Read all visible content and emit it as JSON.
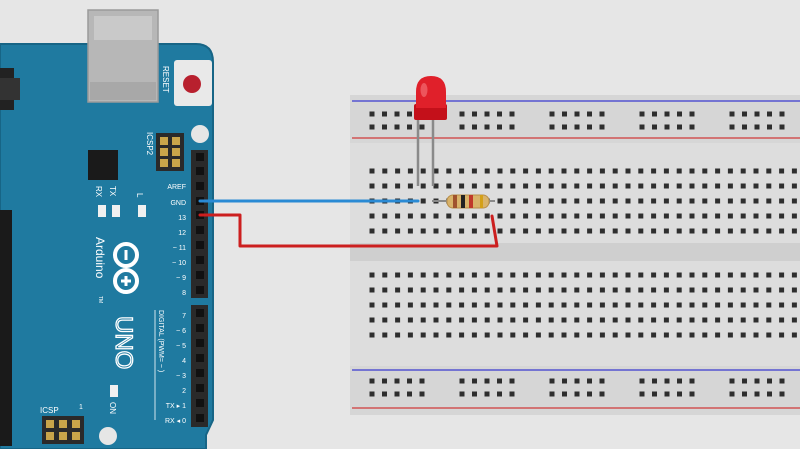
{
  "board": {
    "reset_label": "RESET",
    "icsp2_label": "ICSP2",
    "icsp_label": "ICSP",
    "icsp_pin1": "1",
    "tx_label": "TX",
    "rx_label": "RX",
    "l_label": "L",
    "on_label": "ON",
    "brand_label": "Arduino",
    "tm_label": "TM",
    "model_label": "UNO",
    "digital_label": "DIGITAL (PWM= ~ )",
    "upper_pins": [
      "AREF",
      "GND",
      "13",
      "12",
      "~ 11",
      "~ 10",
      "~ 9",
      "8"
    ],
    "lower_pins": [
      "7",
      "~ 6",
      "~ 5",
      "4",
      "~ 3",
      "2",
      "TX ▸ 1",
      "RX ◂ 0"
    ],
    "pcb_color": "#1f7aa0"
  },
  "components": {
    "led_color": "#e0202a",
    "resistor_bands": [
      "#a0522d",
      "#222222",
      "#c0392b",
      "#d4a017"
    ]
  },
  "wires": [
    {
      "from": "GND",
      "to": "LED cathode row",
      "color": "#2a8ad4"
    },
    {
      "from": "13",
      "to": "resistor end",
      "color": "#cc1f1f"
    }
  ]
}
